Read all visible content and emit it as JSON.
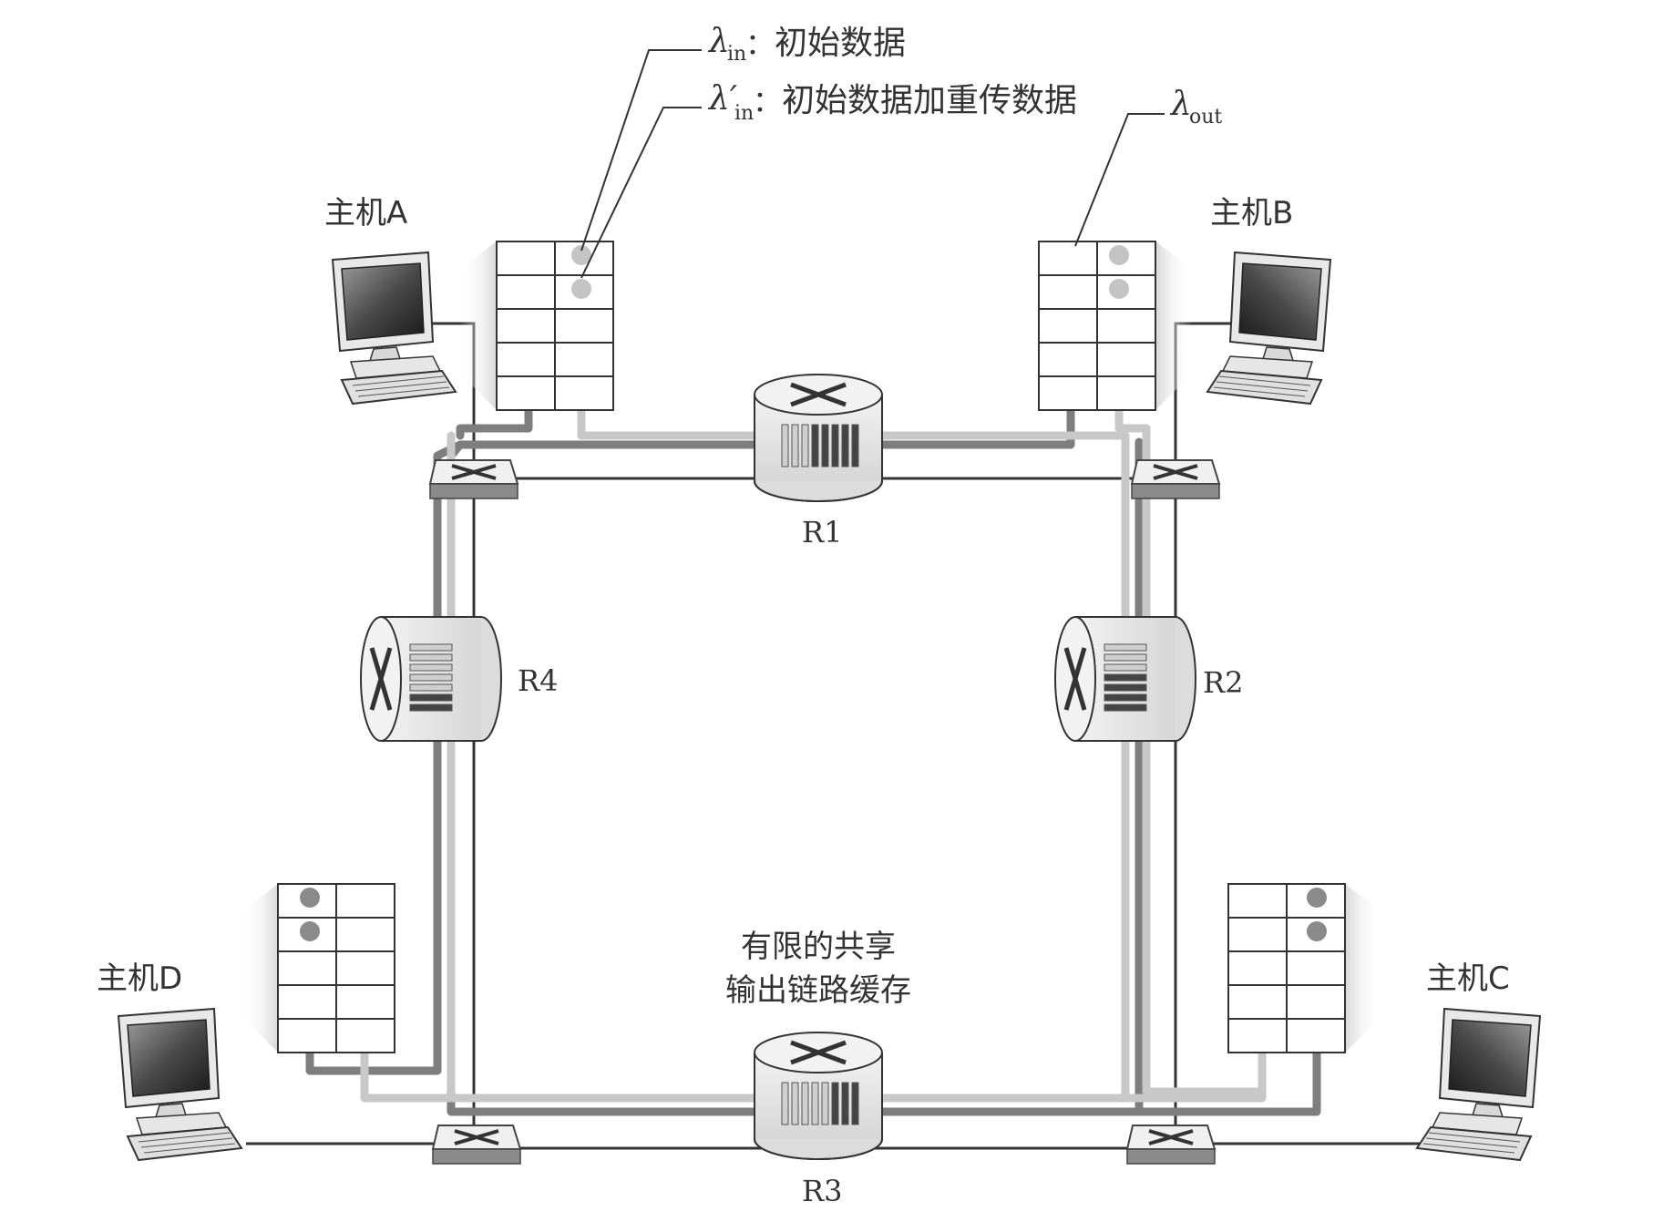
{
  "legend": {
    "lambda_in": {
      "symbol": "λ",
      "sub": "in",
      "sep": "：",
      "text": "初始数据"
    },
    "lambda_in_prime": {
      "symbol": "λ′",
      "sub": "in",
      "sep": "：",
      "text": "初始数据加重传数据"
    },
    "lambda_out": {
      "symbol": "λ",
      "sub": "out"
    }
  },
  "hosts": {
    "a": "主机A",
    "b": "主机B",
    "c": "主机C",
    "d": "主机D"
  },
  "routers": {
    "r1": "R1",
    "r2": "R2",
    "r3": "R3",
    "r4": "R4"
  },
  "buffer_note": {
    "line1": "有限的共享",
    "line2": "输出链路缓存"
  },
  "colors": {
    "line": "#333333",
    "flow_dark": "#7a7a7a",
    "flow_light": "#c4c4c4",
    "router_fill": "#eeeeee"
  }
}
